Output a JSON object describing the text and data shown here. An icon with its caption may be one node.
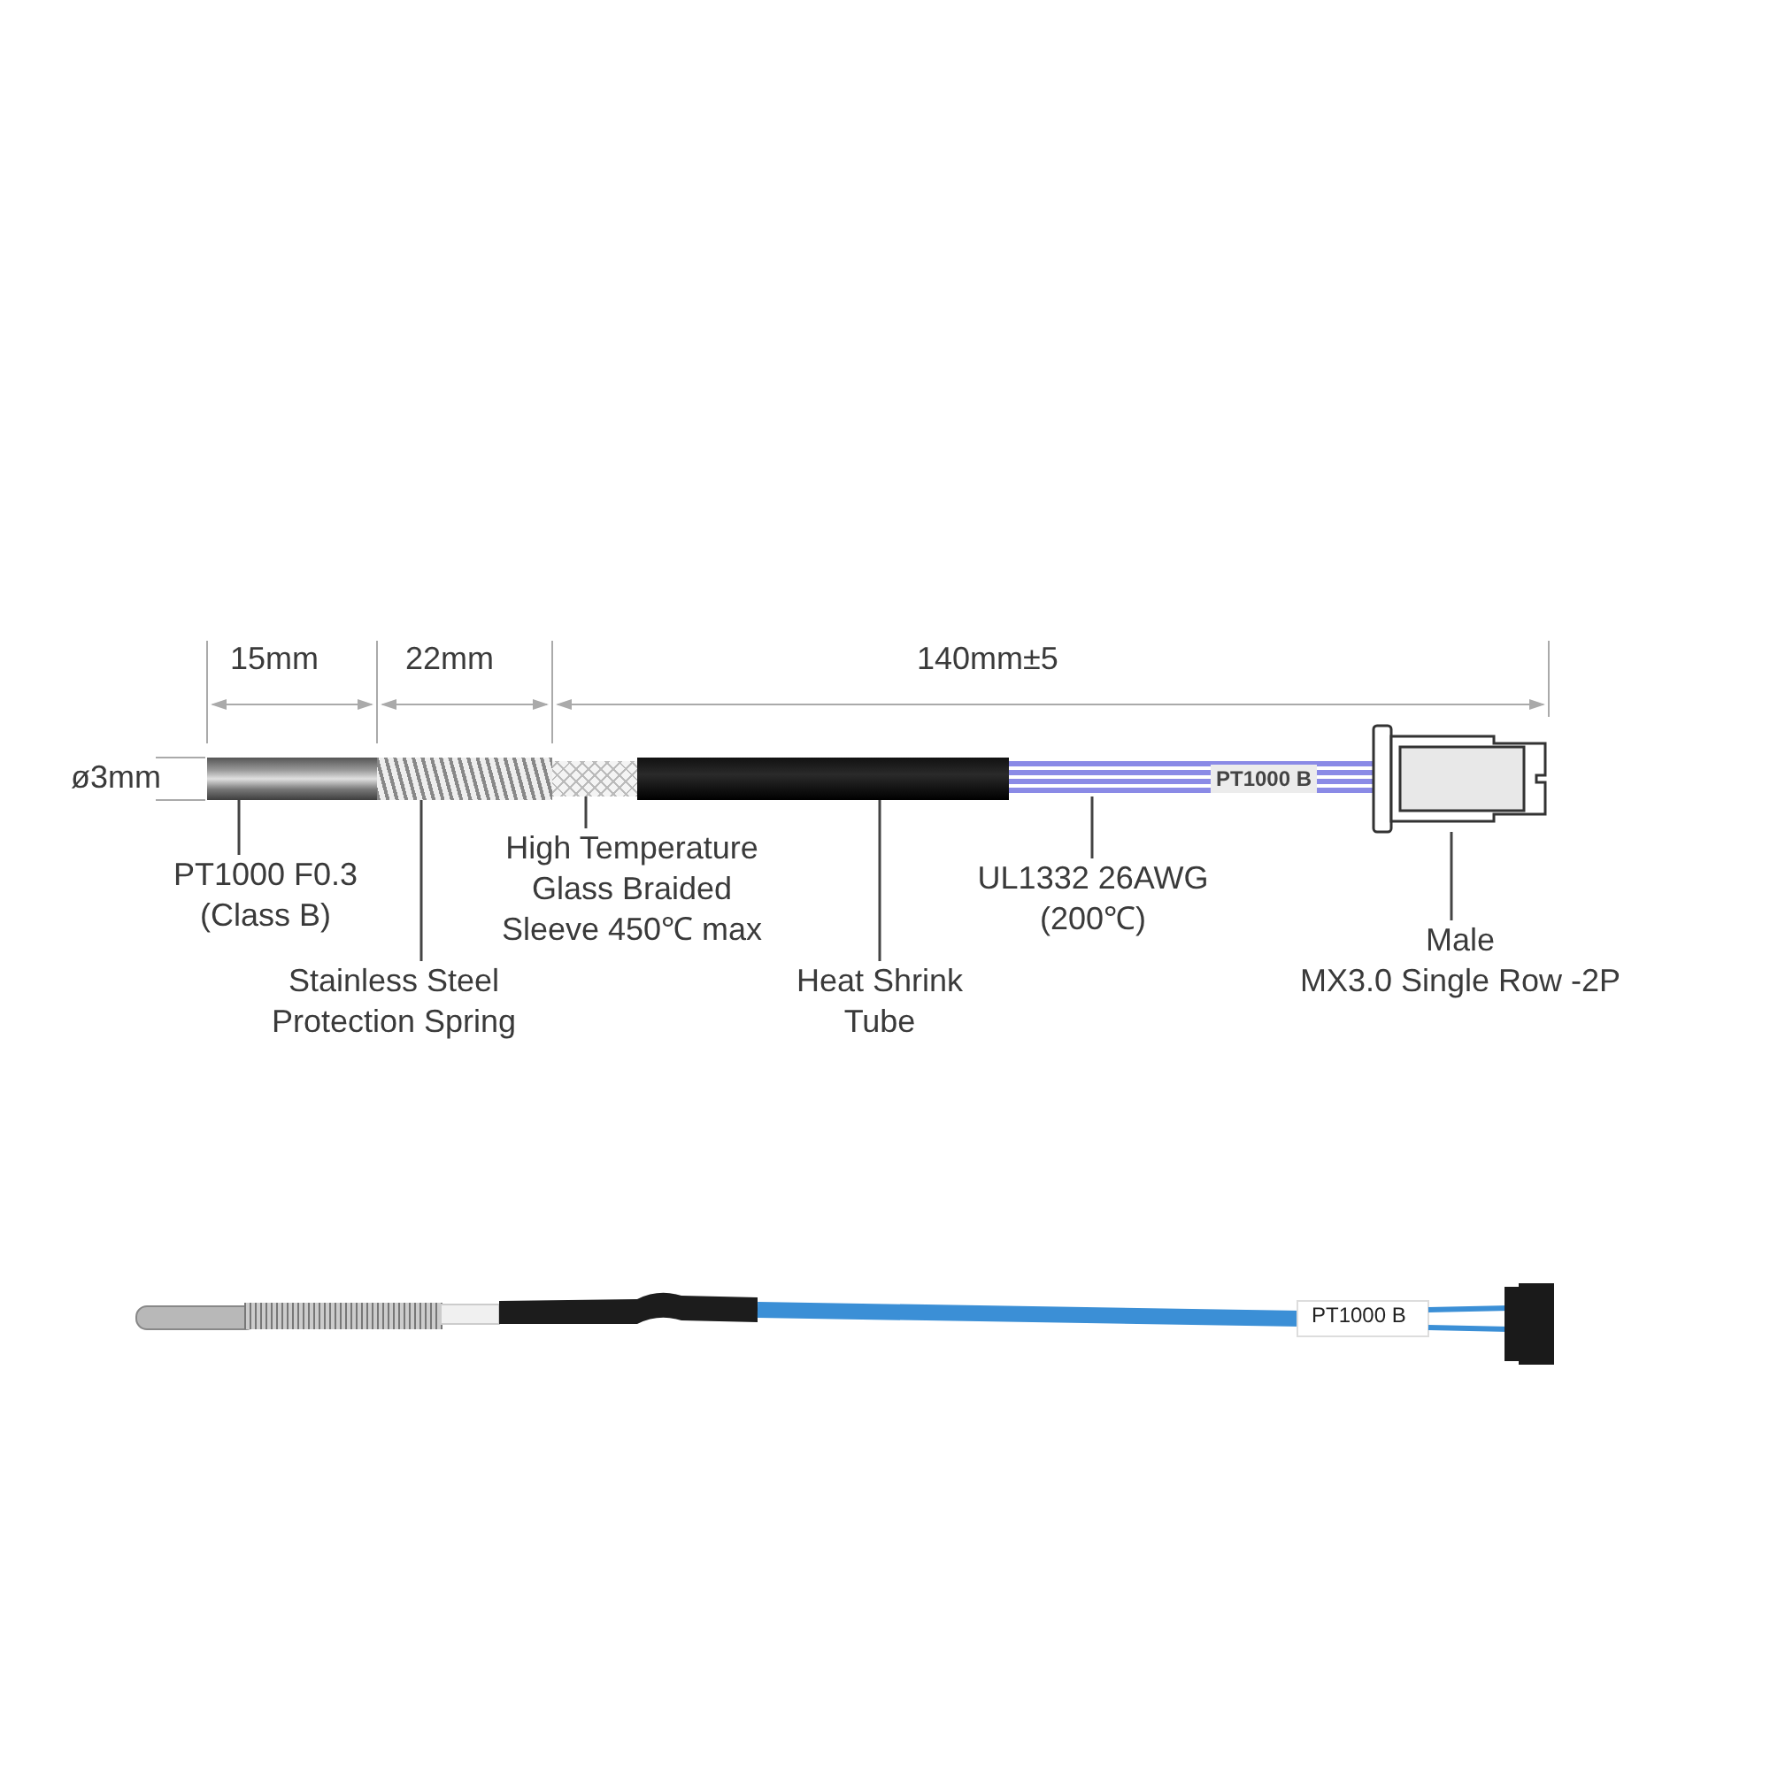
{
  "diagram": {
    "nodes": [
      {
        "text": [
          "PT1000 F0.3 (Class B)"
        ]
      },
      {
        "text": [],
        "shape": "bar"
      },
      {
        "text": [
          "Stainless Steel Protection Spring"
        ]
      },
      {
        "text": [],
        "shape": "bar"
      },
      {
        "text": [
          "High Temperature Glass Braided Sleeve 450℃ max"
        ]
      },
      {
        "text": [],
        "shape": "bar"
      },
      {
        "text": [
          "Heat Shrink Tube"
        ]
      },
      {
        "text": [],
        "shape": "bar"
      },
      {
        "text": [
          "UL1332 26AWG (200℃)"
        ]
      },
      {
        "text": [],
        "shape": "bar"
      },
      {
        "text": [
          "Male",
          "MX3.0 Single Row -2P"
        ]
      },
      {
        "text": [],
        "shape": "box"
      }
    ],
    "edges": [
      {
        "from": 0,
        "to": 1,
        "arrow": "none"
      },
      {
        "from": 2,
        "to": 3,
        "arrow": "none"
      },
      {
        "from": 4,
        "to": 5,
        "arrow": "none"
      },
      {
        "from": 6,
        "to": 7,
        "arrow": "none"
      },
      {
        "from": 8,
        "to": 9,
        "arrow": "none"
      },
      {
        "from": 10,
        "to": 11,
        "arrow": "none"
      }
    ],
    "labels": [
      "15mm",
      "22mm",
      "140mm±5",
      "ø3mm",
      "PT1000 B",
      "PT1000 B"
    ]
  }
}
